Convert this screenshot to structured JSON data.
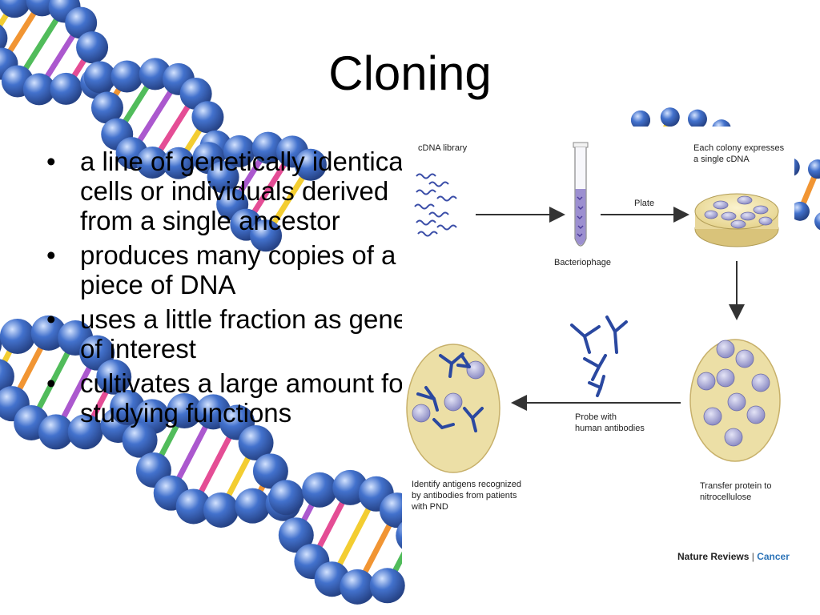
{
  "slide": {
    "title": "Cloning",
    "bullets": [
      "a line of genetically identical cells or individuals derived from a single ancestor",
      "produces many copies of a piece of DNA",
      "uses a little fraction as gene of interest",
      "cultivates a large amount for studying functions"
    ]
  },
  "figure": {
    "labels": {
      "cdna_library": "cDNA library",
      "bacteriophage": "Bacteriophage",
      "plate": "Plate",
      "each_colony_line1": "Each colony expresses",
      "each_colony_line2": "a single cDNA",
      "probe_line1": "Probe with",
      "probe_line2": "human antibodies",
      "identify_line1": "Identify antigens recognized",
      "identify_line2": "by antibodies from patients",
      "identify_line3": "with PND",
      "transfer_line1": "Transfer protein to",
      "transfer_line2": "nitrocellulose"
    },
    "credit": {
      "journal": "Nature Reviews",
      "separator": "|",
      "section": "Cancer"
    }
  },
  "colors": {
    "dna_sphere": "#2f63c8",
    "dna_rungs": [
      "#e23a8a",
      "#f2c81b",
      "#f08a1d",
      "#3fb54a",
      "#a247c9"
    ],
    "dish_fill": "#efe4b2",
    "colony": "#a9a9d6",
    "antibody": "#2a48a0",
    "accent": "#2d74b8"
  }
}
